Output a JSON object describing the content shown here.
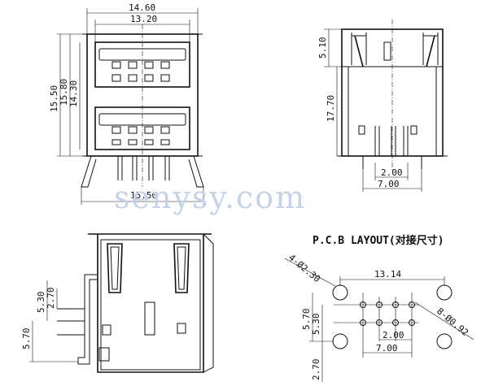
{
  "watermark": "senysy.com",
  "front_view": {
    "dims": {
      "top_width": "14.60",
      "inner_width": "13.20",
      "height_outer": "15.50",
      "height_mid": "15.80",
      "height_inner": "14.30",
      "bottom_width": "15.50"
    }
  },
  "side_view": {
    "dims": {
      "top_height": "5.10",
      "body_height": "17.70",
      "pitch": "2.00",
      "span": "7.00"
    }
  },
  "profile_view": {
    "dims": {
      "a": "5.30",
      "b": "2.70",
      "c": "5.70"
    }
  },
  "pcb_layout": {
    "title": "P.C.B LAYOUT(对接尺寸)",
    "dims": {
      "holes_big": "4-Ø2.30",
      "width": "13.14",
      "holes_small": "8-Ø0.92",
      "v1": "5.70",
      "v2": "5.30",
      "v3": "2.70",
      "pitch": "2.00",
      "span": "7.00"
    }
  }
}
